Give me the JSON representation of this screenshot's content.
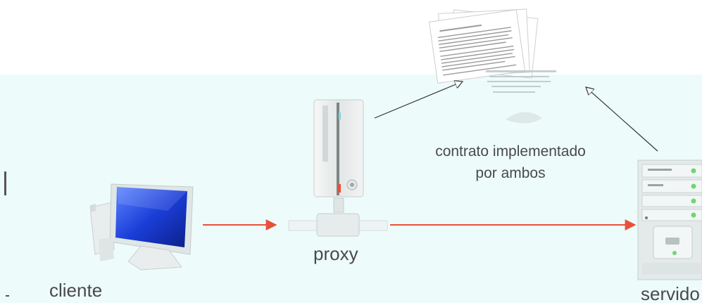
{
  "diagram": {
    "nodes": {
      "client": {
        "label": "cliente",
        "icon": "desktop-computer-icon"
      },
      "proxy": {
        "label": "proxy",
        "icon": "tower-server-icon"
      },
      "server": {
        "label": "servido",
        "icon": "rack-server-icon"
      },
      "contract": {
        "label_line1": "contrato implementado",
        "label_line2": "por ambos",
        "icon": "document-stack-icon"
      }
    },
    "edges": [
      {
        "from": "client",
        "to": "proxy",
        "color": "#e8503a",
        "style": "solid-arrow"
      },
      {
        "from": "proxy",
        "to": "server",
        "color": "#e8503a",
        "style": "solid-arrow"
      },
      {
        "from": "proxy",
        "to": "contract",
        "color": "#333333",
        "style": "hollow-arrow"
      },
      {
        "from": "server",
        "to": "contract",
        "color": "#333333",
        "style": "hollow-arrow"
      }
    ],
    "colors": {
      "background": "#eefbfb",
      "flow_arrow": "#e8503a",
      "screen": "#1b3ed8"
    }
  }
}
